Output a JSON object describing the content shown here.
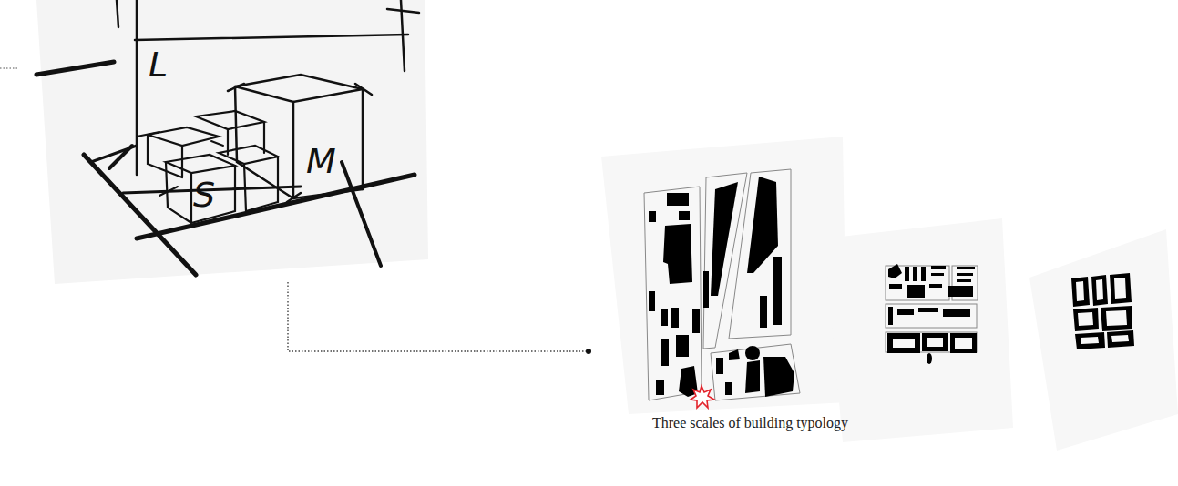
{
  "diagram": {
    "caption": "Three scales of building typology",
    "labels": [
      "L",
      "M",
      "S"
    ]
  }
}
